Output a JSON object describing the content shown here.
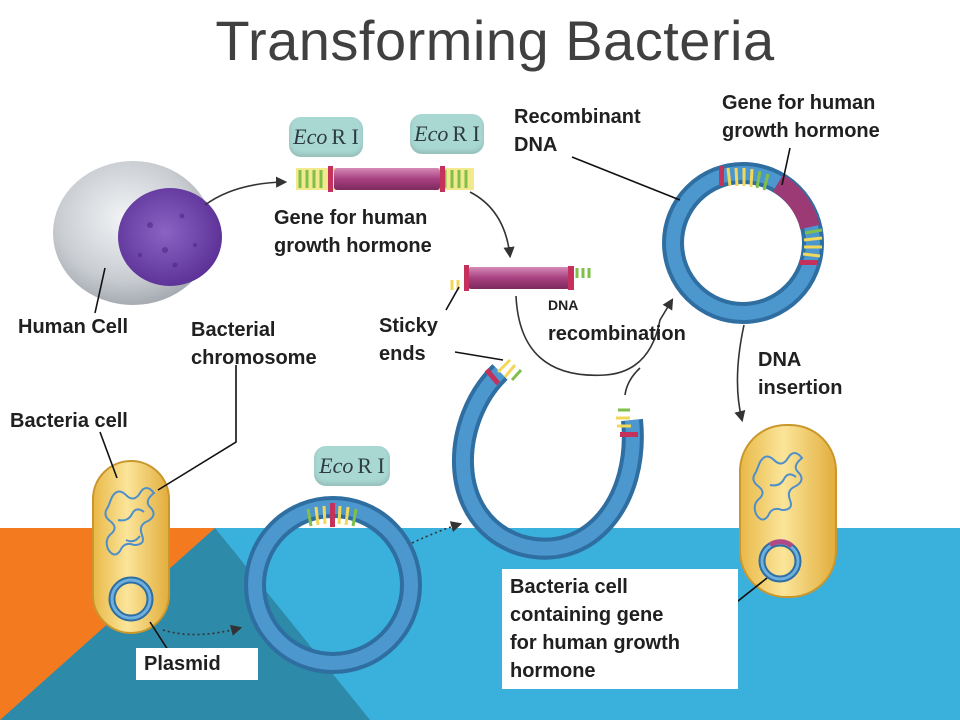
{
  "title": "Transforming Bacteria",
  "enzyme": {
    "name_italic": "Eco",
    "name_rest": "R I"
  },
  "labels": {
    "human_cell": "Human Cell",
    "gene_middle": [
      "Gene for human",
      "growth hormone"
    ],
    "recombinant_dna": [
      "Recombinant",
      "DNA"
    ],
    "gene_top_right": [
      "Gene for human",
      "growth hormone"
    ],
    "sticky_ends": [
      "Sticky",
      "ends"
    ],
    "dna_small": "DNA",
    "recombination": "recombination",
    "bacterial_chromosome": [
      "Bacterial",
      "chromosome"
    ],
    "dna_insertion": [
      "DNA",
      "insertion"
    ],
    "bacteria_cell": "Bacteria cell",
    "plasmid": "Plasmid",
    "result": [
      "Bacteria cell",
      "containing gene",
      "for human growth",
      "hormone"
    ]
  },
  "colors": {
    "background_blue": "#3ab0dd",
    "background_orange": "#f47a20",
    "background_teal": "#2d8aa8",
    "plasmid_blue": "#3f86bf",
    "gene_magenta": "#b04a86",
    "bacteria_yellow": "#f3cc63",
    "nucleus_purple": "#6a3fa6",
    "enzyme_teal": "#a9d8d2"
  }
}
